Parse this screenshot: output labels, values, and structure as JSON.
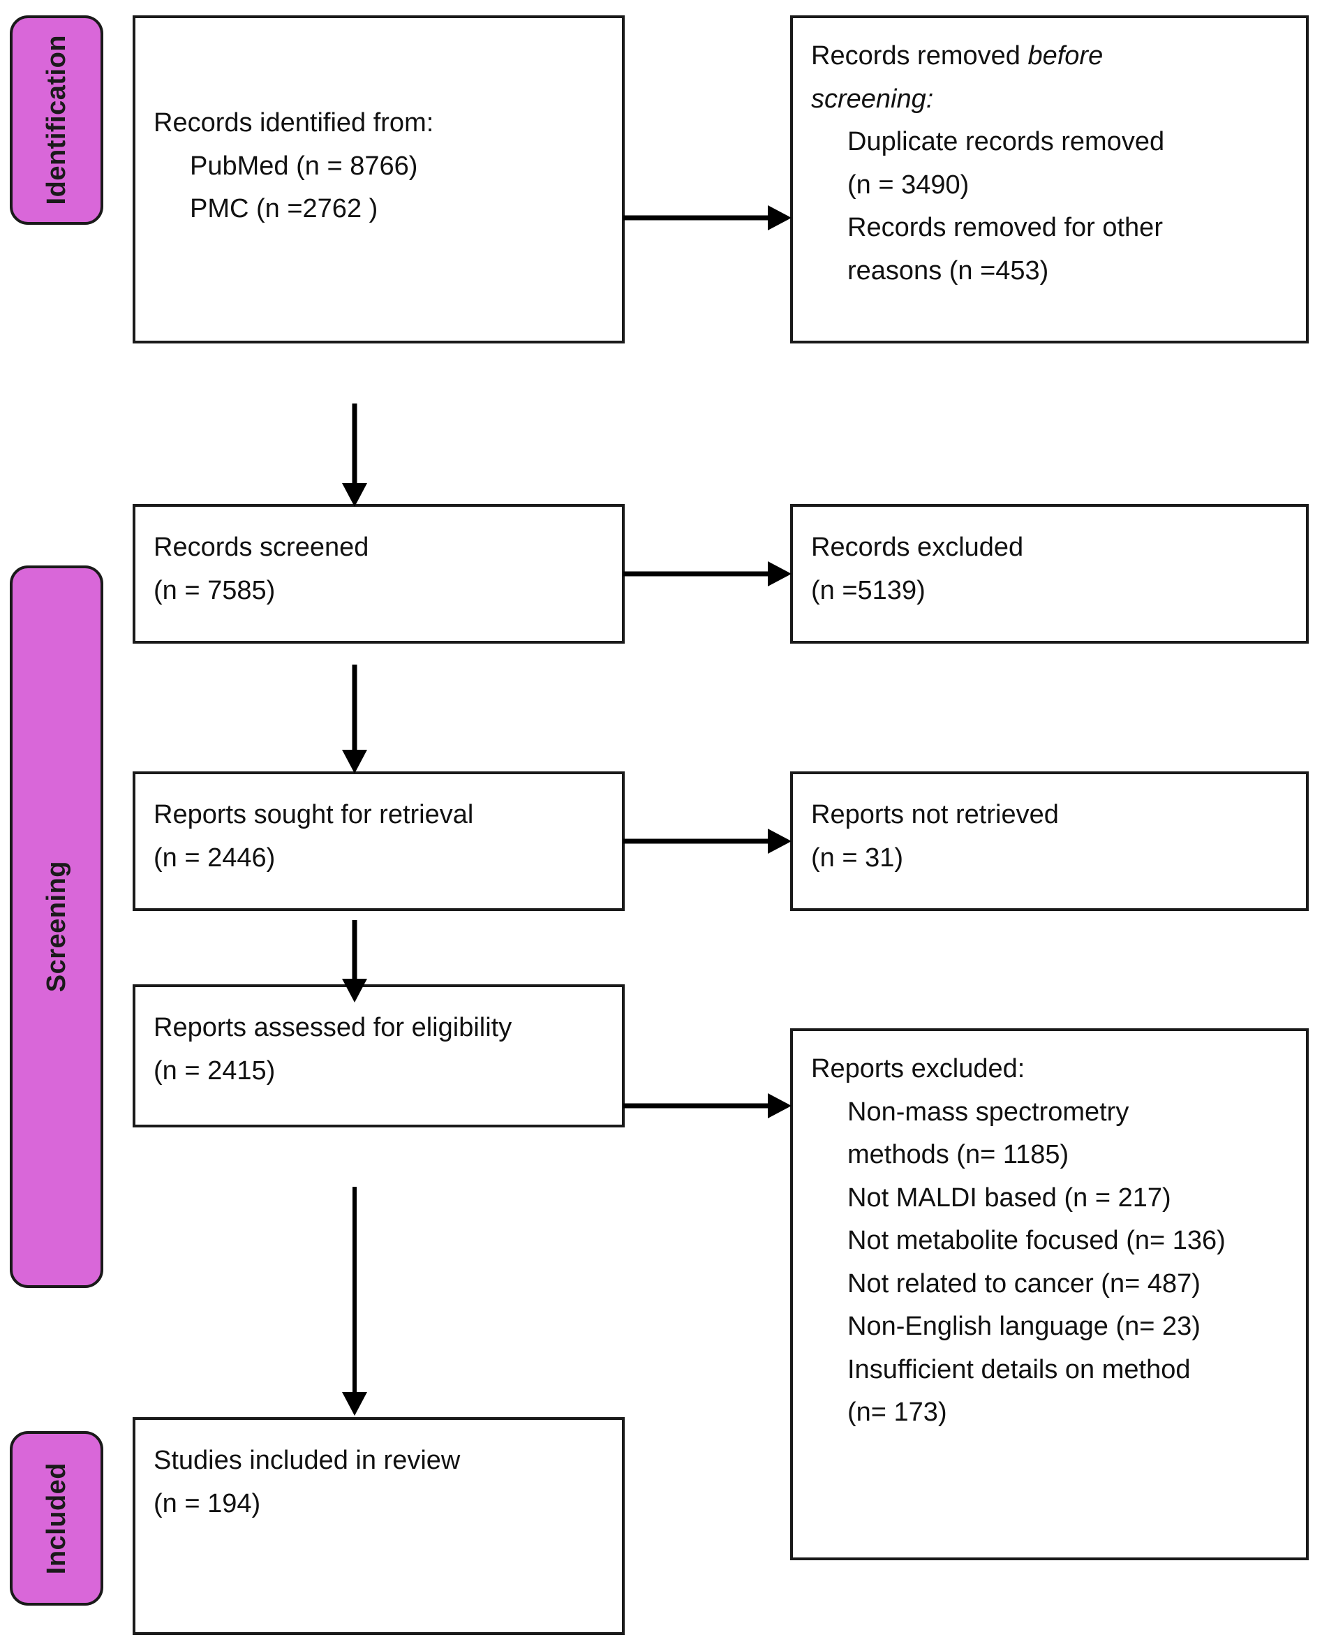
{
  "diagram": {
    "title": "PRISMA flow diagram",
    "type": "prisma-flow-diagram",
    "colors": {
      "stage_bar_fill": "#d967d9",
      "stage_bar_border": "#1a1a1a",
      "box_border": "#1a1a1a",
      "box_fill": "#ffffff",
      "text": "#111111",
      "arrow": "#000000"
    }
  },
  "stages": [
    {
      "id": "identification",
      "label": "Identification"
    },
    {
      "id": "screening",
      "label": "Screening"
    },
    {
      "id": "included",
      "label": "Included"
    }
  ],
  "boxes": {
    "records_identified": {
      "name": "records-identified-from",
      "lines": [
        {
          "text": "Records identified from:",
          "indent": false,
          "italic": false,
          "justified": false
        },
        {
          "text": "PubMed (n = 8766)",
          "indent": true,
          "italic": false,
          "justified": false
        },
        {
          "text": "PMC (n =2762 )",
          "indent": true,
          "italic": false,
          "justified": false
        }
      ]
    },
    "records_removed_before_screening": {
      "name": "records-removed-before-screening",
      "lines": [
        {
          "text": "Records removed ",
          "indent": false,
          "italic": false,
          "justified": true,
          "run_italic": "before"
        },
        {
          "text": "screening:",
          "indent": false,
          "italic": true,
          "justified": false
        },
        {
          "text": "Duplicate records removed",
          "indent": true,
          "italic": false,
          "justified": true
        },
        {
          "text": "(n = 3490)",
          "indent": true,
          "italic": false,
          "justified": false
        },
        {
          "text": "Records removed for other",
          "indent": true,
          "italic": false,
          "justified": true
        },
        {
          "text": "reasons (n =453)",
          "indent": true,
          "italic": false,
          "justified": false
        }
      ]
    },
    "records_screened": {
      "name": "records-screened",
      "lines": [
        {
          "text": "Records screened",
          "indent": false,
          "italic": false,
          "justified": false
        },
        {
          "text": "(n = 7585)",
          "indent": false,
          "italic": false,
          "justified": false
        }
      ]
    },
    "records_excluded": {
      "name": "records-excluded",
      "lines": [
        {
          "text": "Records excluded",
          "indent": false,
          "italic": false,
          "justified": false
        },
        {
          "text": "(n =5139)",
          "indent": false,
          "italic": false,
          "justified": false
        }
      ]
    },
    "reports_sought": {
      "name": "reports-sought-for-retrieval",
      "lines": [
        {
          "text": "Reports sought for retrieval",
          "indent": false,
          "italic": false,
          "justified": false
        },
        {
          "text": "(n = 2446)",
          "indent": false,
          "italic": false,
          "justified": false
        }
      ]
    },
    "reports_not_retrieved": {
      "name": "reports-not-retrieved",
      "lines": [
        {
          "text": "Reports not retrieved",
          "indent": false,
          "italic": false,
          "justified": false
        },
        {
          "text": "(n = 31)",
          "indent": false,
          "italic": false,
          "justified": false
        }
      ]
    },
    "reports_assessed": {
      "name": "reports-assessed-for-eligibility",
      "lines": [
        {
          "text": "Reports assessed for eligibility",
          "indent": false,
          "italic": false,
          "justified": false
        },
        {
          "text": "(n = 2415)",
          "indent": false,
          "italic": false,
          "justified": false
        }
      ]
    },
    "reports_excluded": {
      "name": "reports-excluded",
      "lines": [
        {
          "text": "Reports excluded:",
          "indent": false,
          "italic": false,
          "justified": false
        },
        {
          "text": "Non-mass spectrometry",
          "indent": true,
          "italic": false,
          "justified": true
        },
        {
          "text": "methods (n= 1185)",
          "indent": true,
          "italic": false,
          "justified": false
        },
        {
          "text": "Not MALDI based (n = 217)",
          "indent": true,
          "italic": false,
          "justified": false
        },
        {
          "text": "Not metabolite focused (n= 136)",
          "indent": true,
          "italic": false,
          "justified": false
        },
        {
          "text": "Not related to cancer (n= 487)",
          "indent": true,
          "italic": false,
          "justified": false
        },
        {
          "text": "Non-English language (n= 23)",
          "indent": true,
          "italic": false,
          "justified": false
        },
        {
          "text": "Insufficient details on method",
          "indent": true,
          "italic": false,
          "justified": true
        },
        {
          "text": "(n= 173)",
          "indent": true,
          "italic": false,
          "justified": false
        }
      ]
    },
    "studies_included": {
      "name": "studies-included-in-review",
      "lines": [
        {
          "text": "Studies included in review",
          "indent": false,
          "italic": false,
          "justified": false
        },
        {
          "text": "(n = 194)",
          "indent": false,
          "italic": false,
          "justified": false
        }
      ]
    }
  },
  "counts": {
    "pubmed": 8766,
    "pmc": 2762,
    "duplicates_removed": 3490,
    "removed_other_reasons": 453,
    "records_screened": 7585,
    "records_excluded": 5139,
    "reports_sought": 2446,
    "reports_not_retrieved": 31,
    "reports_assessed": 2415,
    "excl_non_mass_spectrometry": 1185,
    "excl_not_maldi": 217,
    "excl_not_metabolite": 136,
    "excl_not_cancer": 487,
    "excl_non_english": 23,
    "excl_insufficient_details": 173,
    "studies_included": 194
  },
  "arrows": [
    {
      "name": "arrow-identified-to-removed",
      "direction": "right"
    },
    {
      "name": "arrow-identified-to-screened",
      "direction": "down"
    },
    {
      "name": "arrow-screened-to-excluded",
      "direction": "right"
    },
    {
      "name": "arrow-screened-to-sought",
      "direction": "down"
    },
    {
      "name": "arrow-sought-to-not-retrieved",
      "direction": "right"
    },
    {
      "name": "arrow-sought-to-assessed",
      "direction": "down"
    },
    {
      "name": "arrow-assessed-to-excluded",
      "direction": "right"
    },
    {
      "name": "arrow-assessed-to-included",
      "direction": "down"
    }
  ]
}
